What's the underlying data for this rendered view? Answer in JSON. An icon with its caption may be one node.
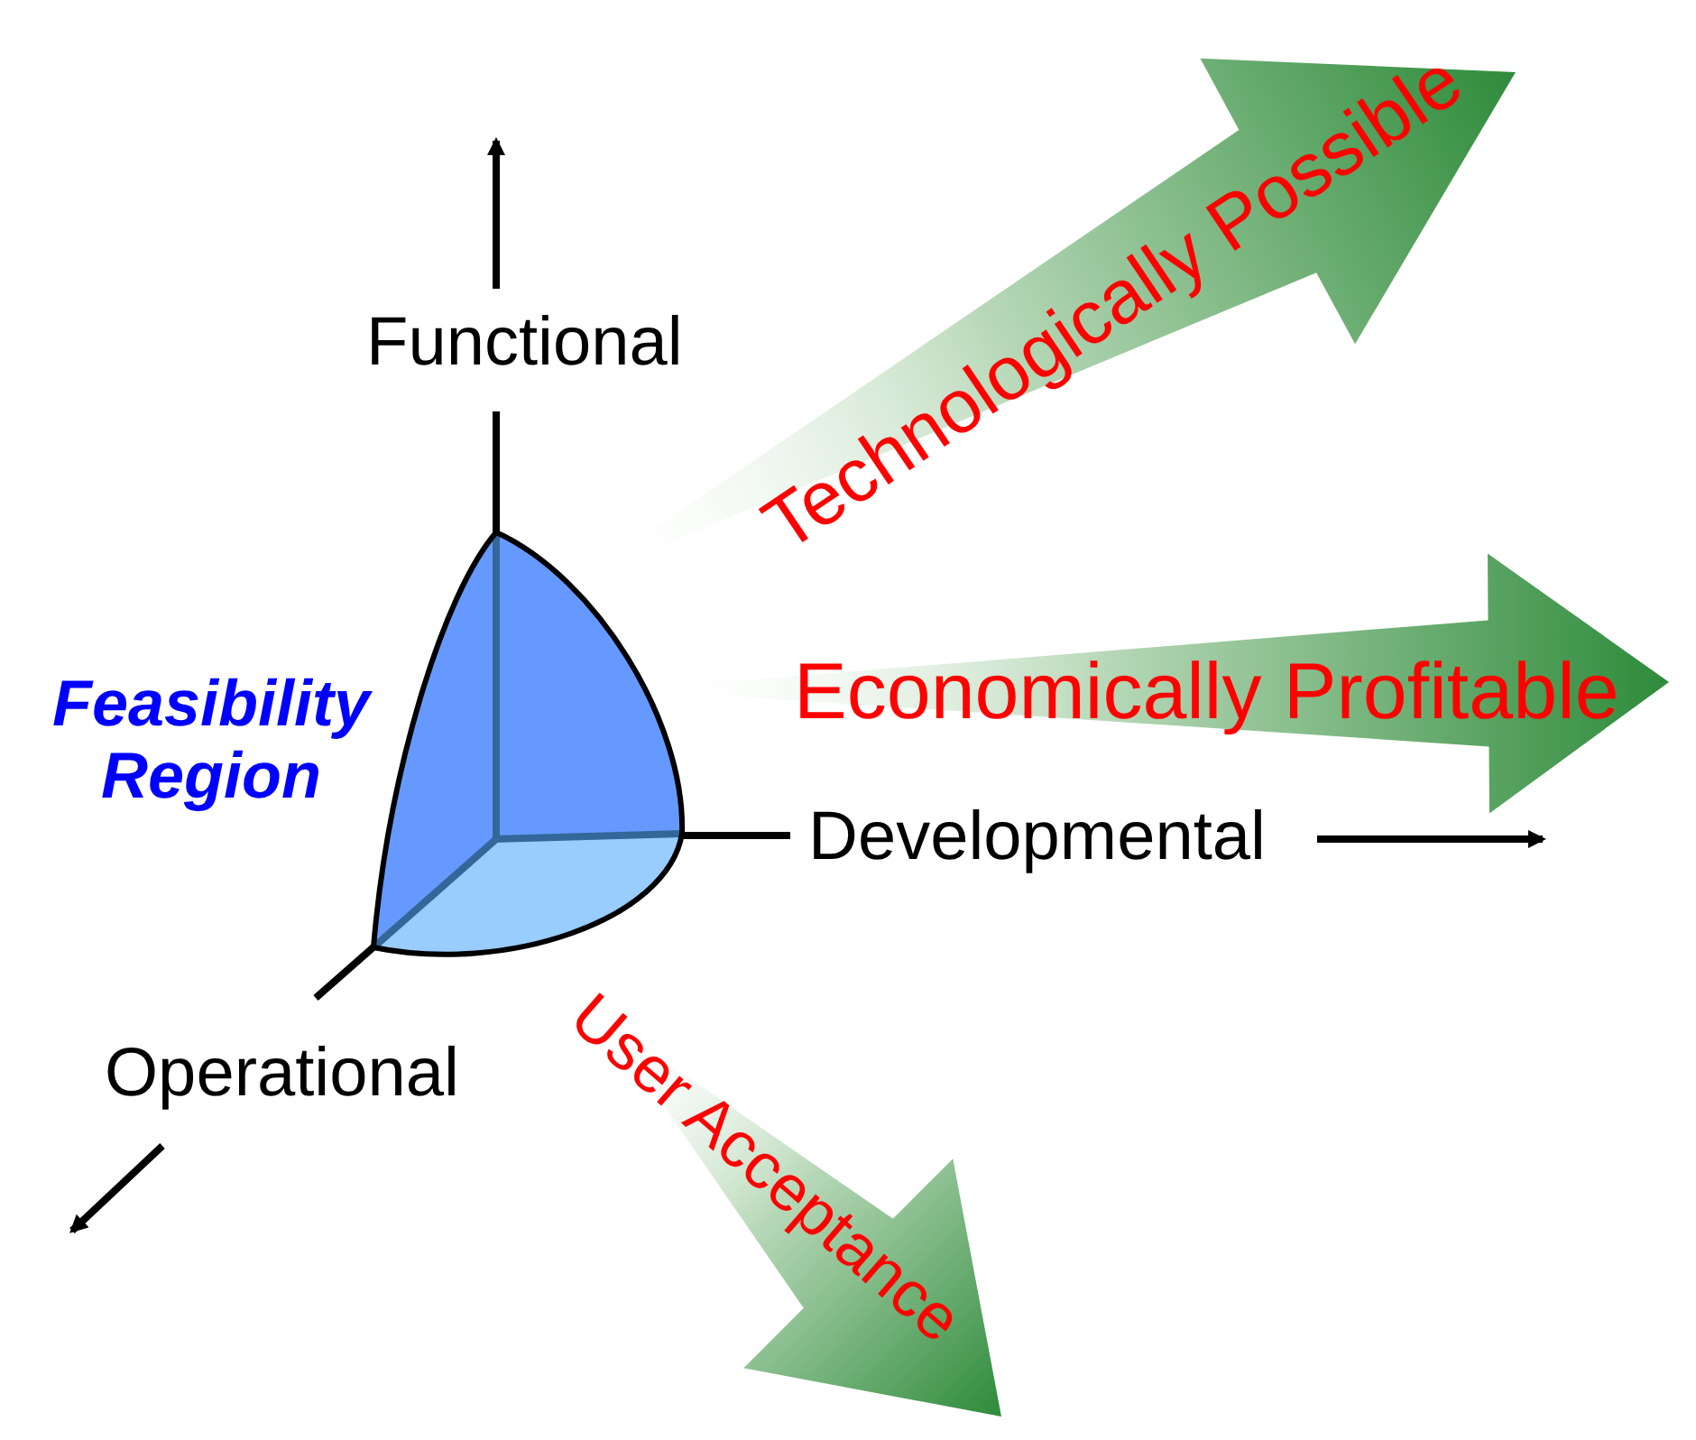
{
  "diagram": {
    "labels": [
      "Functional",
      "Technologically Possible",
      "Economically Profitable",
      "Feasibility Region",
      "Developmental",
      "Operational",
      "User Acceptance"
    ]
  }
}
